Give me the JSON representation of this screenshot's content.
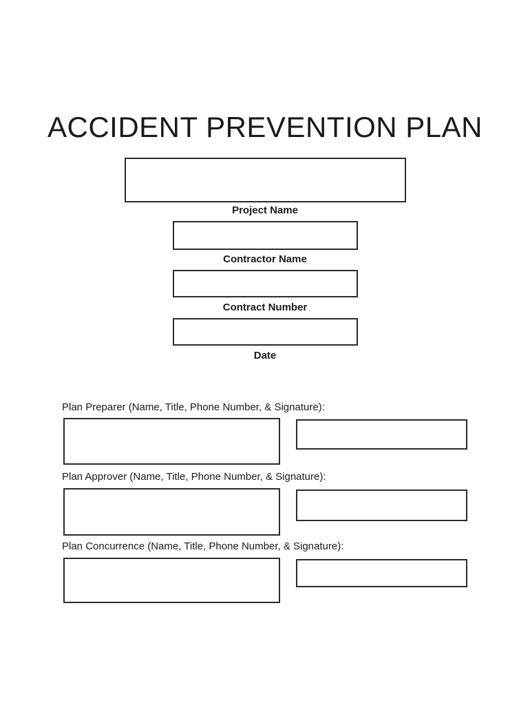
{
  "document": {
    "title": "ACCIDENT PREVENTION PLAN"
  },
  "header_fields": [
    {
      "name": "project-name",
      "label": "Project Name",
      "value": ""
    },
    {
      "name": "contractor-name",
      "label": "Contractor Name",
      "value": ""
    },
    {
      "name": "contract-number",
      "label": "Contract Number",
      "value": ""
    },
    {
      "name": "date",
      "label": "Date",
      "value": ""
    }
  ],
  "signature_sections": [
    {
      "name": "plan-preparer",
      "label": "Plan Preparer (Name, Title, Phone Number, & Signature):",
      "info_value": "",
      "signature_value": ""
    },
    {
      "name": "plan-approver",
      "label": "Plan Approver (Name, Title, Phone Number, & Signature):",
      "info_value": "",
      "signature_value": ""
    },
    {
      "name": "plan-concurrence",
      "label": "Plan Concurrence (Name, Title, Phone Number, & Signature):",
      "info_value": "",
      "signature_value": ""
    }
  ],
  "colors": {
    "ink": "#1a1a1a",
    "box_border": "#2b2b2b",
    "background": "#ffffff"
  }
}
